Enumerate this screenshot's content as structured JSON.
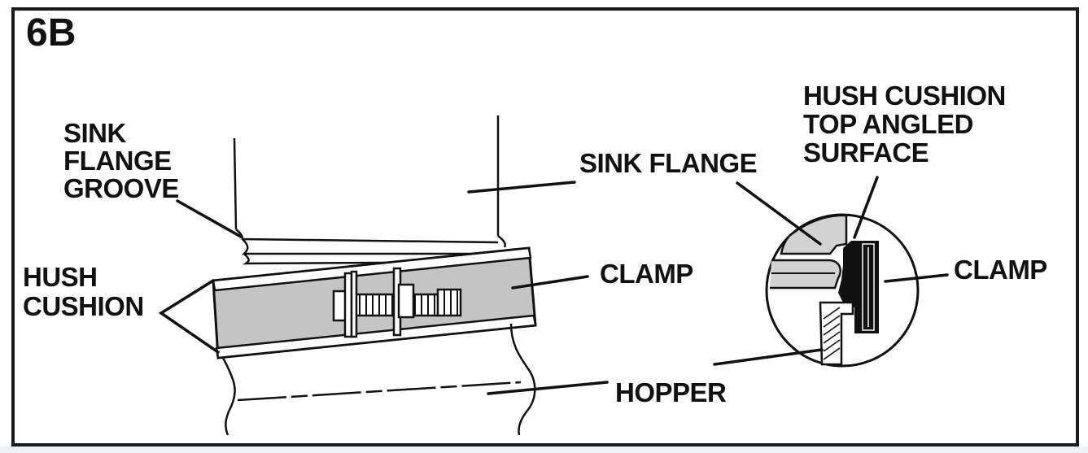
{
  "figure_id": "6B",
  "labels": {
    "sink_flange_groove": [
      "SINK",
      "FLANGE",
      "GROOVE"
    ],
    "sink_flange": "SINK FLANGE",
    "hush_cushion": [
      "HUSH",
      "CUSHION"
    ],
    "clamp_main": "CLAMP",
    "hopper": "HOPPER",
    "hush_cushion_top": [
      "HUSH CUSHION",
      "TOP ANGLED",
      "SURFACE"
    ],
    "clamp_detail": "CLAMP"
  },
  "colors": {
    "ink": "#111111",
    "clamp_fill": "#c4c4c4",
    "detail_fill": "#d2d2d2"
  }
}
